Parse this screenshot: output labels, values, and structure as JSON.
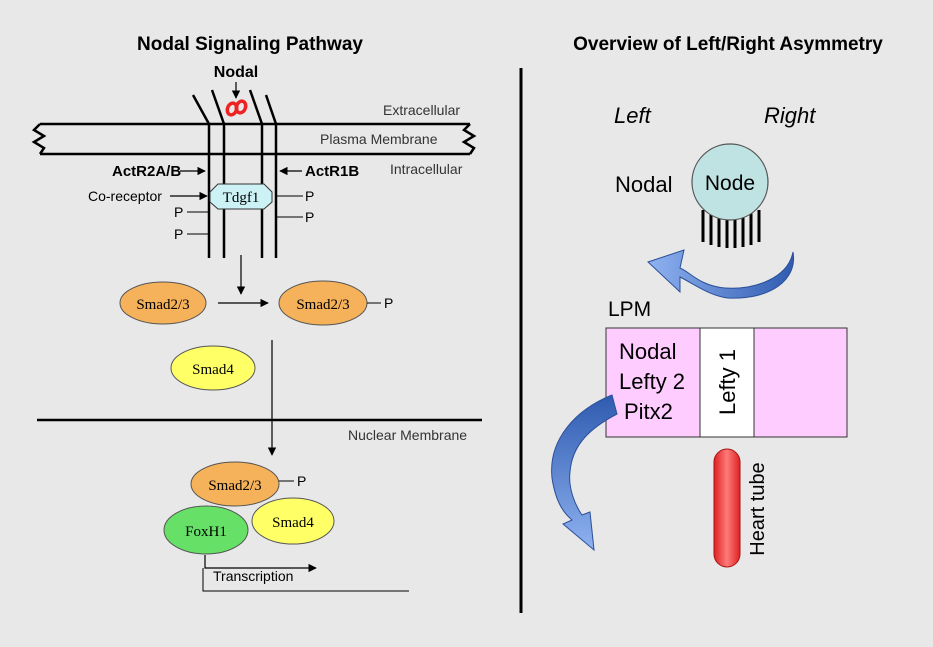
{
  "left_panel": {
    "title": "Nodal Signaling Pathway",
    "ligand": "Nodal",
    "extracellular": "Extracellular",
    "plasma_membrane": "Plasma Membrane",
    "intracellular": "Intracellular",
    "receptor_left": "ActR2A/B",
    "receptor_right": "ActR1B",
    "co_receptor_label": "Co-receptor",
    "co_receptor": "Tdgf1",
    "phosphate": "P",
    "smad23": "Smad2/3",
    "smad4": "Smad4",
    "nuclear_membrane": "Nuclear Membrane",
    "foxh1": "FoxH1",
    "transcription": "Transcription"
  },
  "right_panel": {
    "title": "Overview of Left/Right Asymmetry",
    "left": "Left",
    "right": "Right",
    "nodal": "Nodal",
    "node": "Node",
    "lpm": "LPM",
    "lpm_left_genes": [
      "Nodal",
      "Lefty 2",
      "Pitx2"
    ],
    "lpm_middle": "Lefty 1",
    "heart_tube": "Heart tube"
  },
  "colors": {
    "background": "#e8e8e8",
    "smad23": "#f5b25a",
    "smad4": "#ffff66",
    "foxh1": "#66e066",
    "tdgf1": "#ccf2f6",
    "node": "#bfe3e3",
    "lpm": "#ffccff",
    "heart_tube": "#f05050",
    "arrow_blue": "#4a78c8",
    "ligand_red": "#ee2222"
  }
}
